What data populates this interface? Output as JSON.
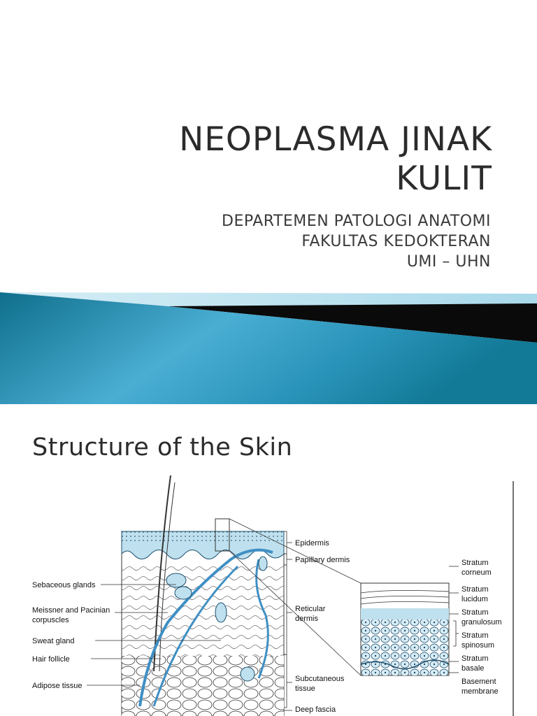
{
  "slide1": {
    "title_line1": "NEOPLASMA  JINAK",
    "title_line2": "KULIT",
    "subtitle_line1": "DEPARTEMEN PATOLOGI ANATOMI",
    "subtitle_line2": "FAKULTAS KEDOKTERAN",
    "subtitle_line3": "UMI – UHN"
  },
  "slide2": {
    "title": "Structure of the Skin",
    "left_labels": {
      "sebaceous": "Sebaceous glands",
      "meissner_1": "Meissner and Pacinian",
      "meissner_2": "corpuscles",
      "sweat": "Sweat gland",
      "hair": "Hair follicle",
      "adipose": "Adipose tissue"
    },
    "right_labels": {
      "epidermis": "Epidermis",
      "papillary": "Papillary dermis",
      "reticular_1": "Reticular",
      "reticular_2": "dermis",
      "subcut_1": "Subcutaneous",
      "subcut_2": "tissue",
      "fascia": "Deep fascia"
    },
    "inset_labels": {
      "corneum_1": "Stratum",
      "corneum_2": "corneum",
      "lucidum_1": "Stratum",
      "lucidum_2": "lucidum",
      "granulosum_1": "Stratum",
      "granulosum_2": "granulosum",
      "spinosum_1": "Stratum",
      "spinosum_2": "spinosum",
      "basale_1": "Stratum",
      "basale_2": "basale",
      "basement_1": "Basement",
      "basement_2": "membrane"
    }
  }
}
